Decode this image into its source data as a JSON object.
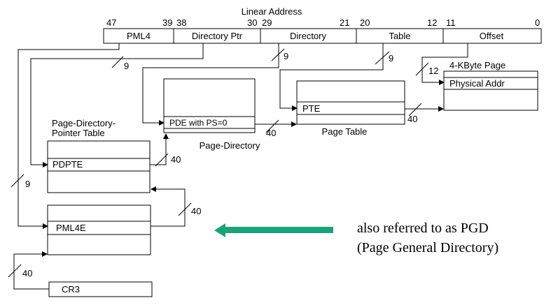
{
  "linear_address": {
    "title": "Linear Address",
    "bits": [
      "47",
      "39",
      "38",
      "30",
      "29",
      "21",
      "20",
      "12",
      "11",
      "0"
    ],
    "fields": [
      "PML4",
      "Directory Ptr",
      "Directory",
      "Table",
      "Offset"
    ]
  },
  "tables": {
    "pml4_entry": "PML4E",
    "pdpt_label_line1": "Page-Directory-",
    "pdpt_label_line2": "Pointer Table",
    "pdpt_entry": "PDPTE",
    "pd_entry": "PDE with PS=0",
    "pd_label": "Page-Directory",
    "pt_entry": "PTE",
    "pt_label": "Page Table",
    "page_label": "4-KByte Page",
    "page_entry": "Physical Addr",
    "cr3": "CR3"
  },
  "widths": {
    "pml4_index": "9",
    "pdpt_index": "9",
    "pd_index": "9",
    "pt_index": "9",
    "offset": "12",
    "cr3_to_pml4": "40",
    "pml4_to_pdpt": "40",
    "pdpt_to_pd": "40",
    "pd_to_pt": "40",
    "pt_to_page": "40"
  },
  "annotation": {
    "line1": "also referred to as PGD",
    "line2": "(Page General Directory)"
  },
  "colors": {
    "annotation_arrow": "#1aa37a"
  }
}
